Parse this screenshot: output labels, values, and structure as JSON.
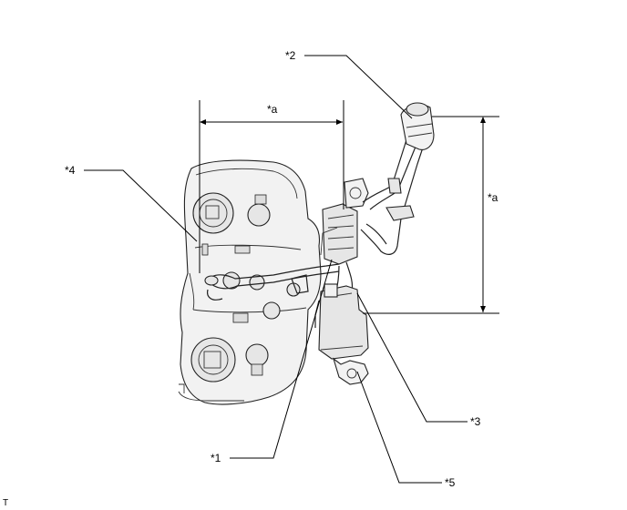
{
  "callouts": {
    "c1": "*1",
    "c2": "*2",
    "c3": "*3",
    "c4": "*4",
    "c5": "*5"
  },
  "dimensions": {
    "horizontal": "*a",
    "vertical": "*a"
  },
  "corner_mark": "T"
}
